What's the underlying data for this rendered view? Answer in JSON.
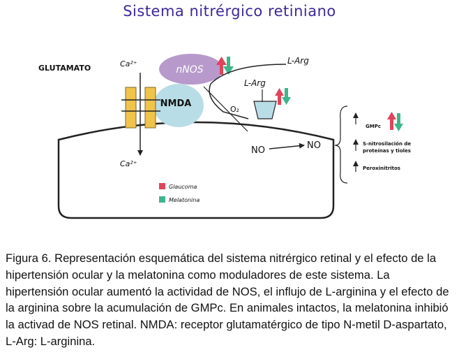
{
  "title": "Sistema nitrérgico retiniano",
  "labels": {
    "glutamato": "GLUTAMATO",
    "ca_top": "Ca²⁺",
    "ca_bottom": "Ca²⁺",
    "nnos": "nNOS",
    "nmda": "NMDA",
    "larg_top": "L-Arg",
    "larg_mid": "L-Arg",
    "o2": "O₂",
    "no_left": "NO",
    "no_right": "NO",
    "gmpc": "GMPc",
    "s_nitro_line1": "S-nitrosilación de",
    "s_nitro_line2": "proteínas y tioles",
    "peroxinitritos": "Peroxinitritos"
  },
  "legend": [
    {
      "label": "Glaucoma",
      "color": "#e0445a"
    },
    {
      "label": "Melatonina",
      "color": "#3fb58a"
    }
  ],
  "colors": {
    "nnos_fill": "#b79acb",
    "nmda_fill": "#b9dde6",
    "channel_fill": "#f0c34a",
    "glaucoma": "#e0445a",
    "melatonina": "#3fb58a",
    "title": "#3b2a9a"
  },
  "caption": "Figura 6. Representación esquemática del sistema nitrérgico retinal y el efecto de la hipertensión ocular y la melatonina como moduladores de este sistema. La hipertensión ocular aumentó la actividad de NOS, el influjo de L-arginina y el efecto de la arginina sobre la acumulación de GMPc. En animales intactos, la melatonina inhibió la activad de NOS retinal. NMDA: receptor glutamatérgico de tipo N-metil D-aspartato, L-Arg: L-arginina."
}
